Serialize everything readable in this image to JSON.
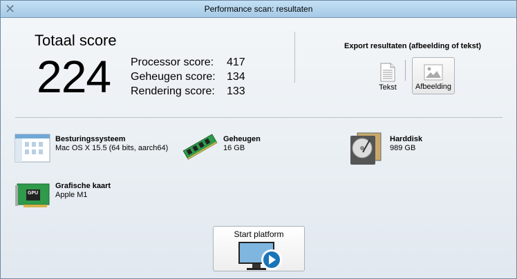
{
  "window": {
    "title": "Performance scan: resultaten",
    "close_icon": "close-icon"
  },
  "score": {
    "total_label": "Totaal score",
    "total_value": "224",
    "rows": [
      {
        "label": "Processor score:",
        "value": "417"
      },
      {
        "label": "Geheugen score:",
        "value": "134"
      },
      {
        "label": "Rendering score:",
        "value": "133"
      }
    ]
  },
  "export": {
    "title": "Export resultaten (afbeelding of tekst)",
    "text_label": "Tekst",
    "image_label": "Afbeelding"
  },
  "system": [
    {
      "label": "Besturingssysteem",
      "value": "Mac OS X 15.5 (64 bits, aarch64)"
    },
    {
      "label": "Geheugen",
      "value": "16 GB"
    },
    {
      "label": "Harddisk",
      "value": "989 GB"
    },
    {
      "label": "Grafische kaart",
      "value": "Apple M1",
      "chip_text": "GPU"
    }
  ],
  "start_label": "Start platform"
}
